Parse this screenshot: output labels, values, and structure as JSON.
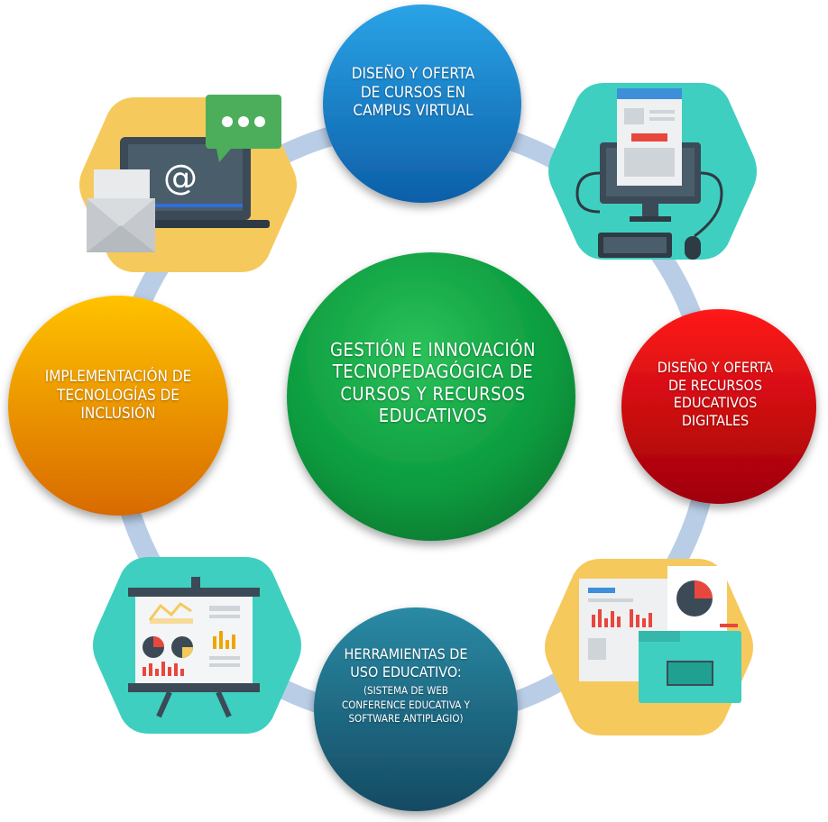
{
  "center": {
    "lines": [
      "Gestión e innovación",
      "tecnopedagógica de",
      "cursos y recursos",
      "educativos"
    ],
    "color": "#0a9a3e"
  },
  "nodes": {
    "top": {
      "lines": [
        "Diseño y oferta",
        "de cursos en",
        "campus virtual"
      ],
      "color": "#1479c9"
    },
    "right": {
      "lines": [
        "Diseño y oferta",
        "de recursos",
        "educativos",
        "digitales"
      ],
      "color": "#c8000a"
    },
    "left": {
      "lines": [
        "Implementación de",
        "tecnologías de",
        "inclusión"
      ],
      "color": "#f0a400"
    },
    "bottom": {
      "lines": [
        "Herramientas de",
        "uso educativo:"
      ],
      "sub_lines": [
        "(Sistema de web",
        "conference educativa y",
        "software antiplagio)"
      ],
      "color": "#1a5e78"
    }
  },
  "icons": {
    "top_left": "laptop-email-chat-icon",
    "top_right": "desktop-computer-icon",
    "bottom_left": "presentation-board-icon",
    "bottom_right": "documents-folder-icon"
  },
  "palette": {
    "ring": "#b9cde6",
    "hex_teal": "#3ecfc0",
    "hex_yellow": "#f6c95c"
  },
  "icon_text": {
    "at_sign": "@"
  }
}
